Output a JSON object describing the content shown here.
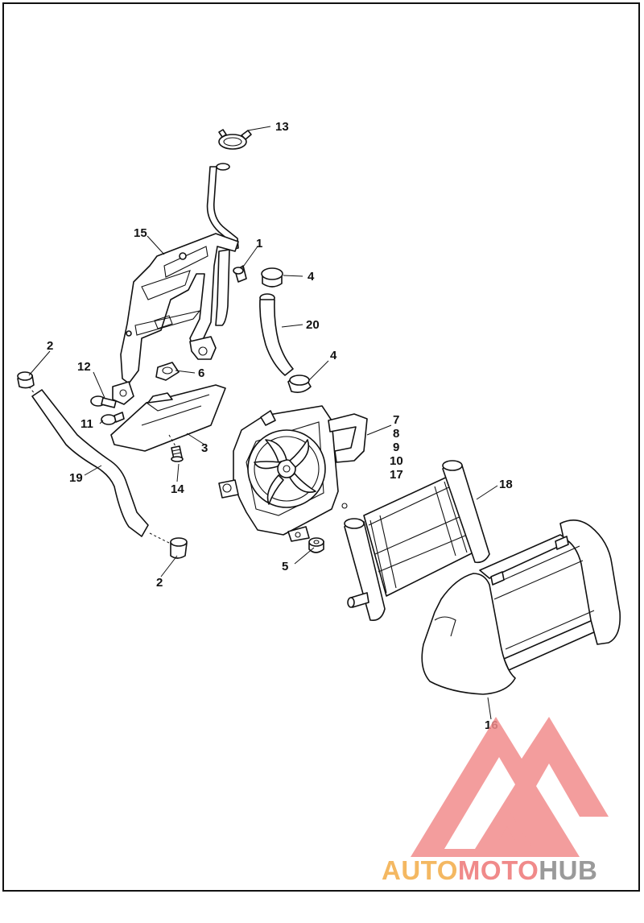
{
  "callouts": {
    "c1": "1",
    "c2a": "2",
    "c2b": "2",
    "c3": "3",
    "c4a": "4",
    "c4b": "4",
    "c5": "5",
    "c6": "6",
    "c7": "7",
    "c8": "8",
    "c9": "9",
    "c10": "10",
    "c11": "11",
    "c12": "12",
    "c13": "13",
    "c14": "14",
    "c15": "15",
    "c16": "16",
    "c17": "17",
    "c18": "18",
    "c19": "19",
    "c20": "20"
  },
  "watermark": {
    "part1": "AUTO",
    "part2": "MOTO",
    "part3": "HUB",
    "colors": {
      "auto": "#f4b862",
      "moto": "#f08a8a",
      "hub": "#9a9a9a",
      "logo": "#f28c8c"
    }
  }
}
